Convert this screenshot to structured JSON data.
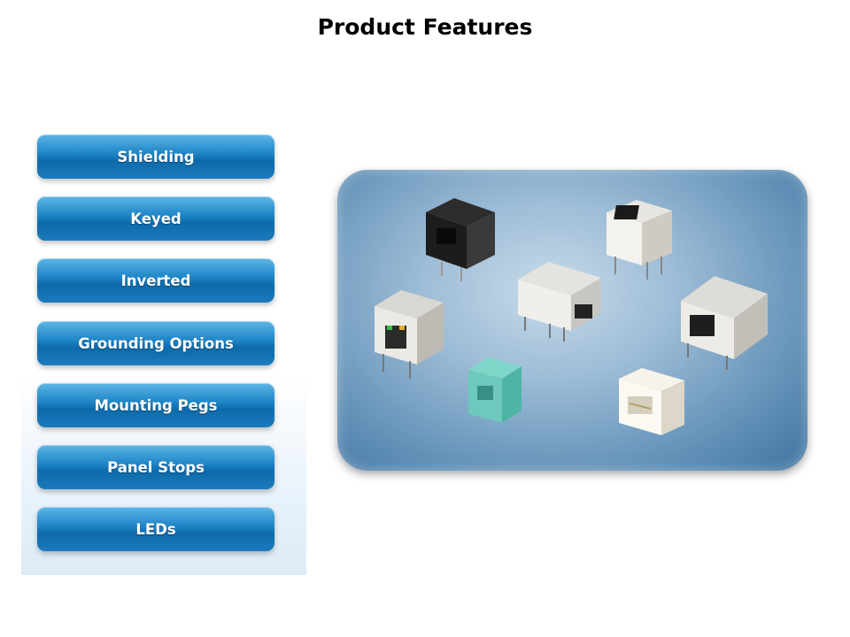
{
  "page": {
    "title": "Product Features"
  },
  "features": [
    {
      "label": "Shielding"
    },
    {
      "label": "Keyed"
    },
    {
      "label": "Inverted"
    },
    {
      "label": "Grounding Options"
    },
    {
      "label": "Mounting Pegs"
    },
    {
      "label": "Panel Stops"
    },
    {
      "label": "LEDs"
    }
  ],
  "colors": {
    "button_blue": "#1f86c7",
    "photo_background": "#8fb3d1"
  }
}
